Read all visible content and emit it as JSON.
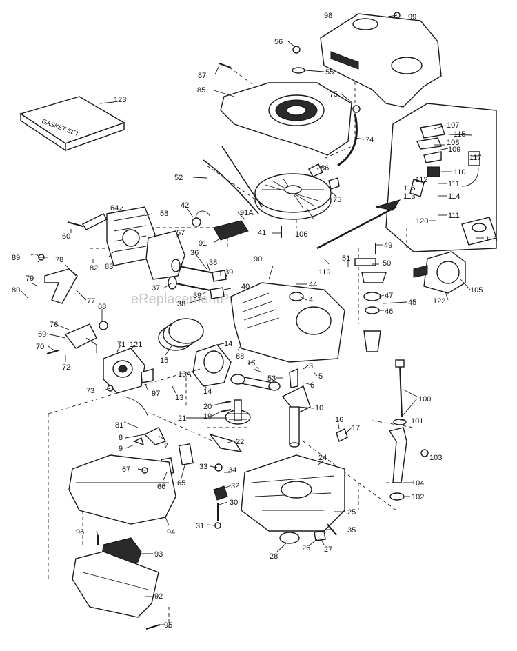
{
  "watermark": "eReplacementParts.com",
  "gasket_set_text": "GASKET SET",
  "labels": [
    {
      "id": "98",
      "text": "98"
    },
    {
      "id": "99",
      "text": "99"
    },
    {
      "id": "56",
      "text": "56"
    },
    {
      "id": "55",
      "text": "55"
    },
    {
      "id": "87",
      "text": "87"
    },
    {
      "id": "85",
      "text": "85"
    },
    {
      "id": "75a",
      "text": "75"
    },
    {
      "id": "74",
      "text": "74"
    },
    {
      "id": "123",
      "text": "123"
    },
    {
      "id": "107",
      "text": "107"
    },
    {
      "id": "115",
      "text": "115"
    },
    {
      "id": "108",
      "text": "108"
    },
    {
      "id": "109",
      "text": "109"
    },
    {
      "id": "117",
      "text": "117"
    },
    {
      "id": "110",
      "text": "110"
    },
    {
      "id": "112",
      "text": "112"
    },
    {
      "id": "116",
      "text": "116"
    },
    {
      "id": "111a",
      "text": "111"
    },
    {
      "id": "113",
      "text": "113"
    },
    {
      "id": "114",
      "text": "114"
    },
    {
      "id": "120",
      "text": "120"
    },
    {
      "id": "111b",
      "text": "111"
    },
    {
      "id": "118",
      "text": "118"
    },
    {
      "id": "86",
      "text": "86"
    },
    {
      "id": "75b",
      "text": "75"
    },
    {
      "id": "52",
      "text": "52"
    },
    {
      "id": "64",
      "text": "64"
    },
    {
      "id": "58",
      "text": "58"
    },
    {
      "id": "42",
      "text": "42"
    },
    {
      "id": "91A",
      "text": "91A"
    },
    {
      "id": "60",
      "text": "60"
    },
    {
      "id": "57",
      "text": "57"
    },
    {
      "id": "41",
      "text": "41"
    },
    {
      "id": "106",
      "text": "106"
    },
    {
      "id": "91",
      "text": "91"
    },
    {
      "id": "49",
      "text": "49"
    },
    {
      "id": "89",
      "text": "89"
    },
    {
      "id": "78",
      "text": "78"
    },
    {
      "id": "82",
      "text": "82"
    },
    {
      "id": "83",
      "text": "83"
    },
    {
      "id": "36",
      "text": "36"
    },
    {
      "id": "38a",
      "text": "38"
    },
    {
      "id": "39a",
      "text": "39"
    },
    {
      "id": "90",
      "text": "90"
    },
    {
      "id": "119",
      "text": "119"
    },
    {
      "id": "51",
      "text": "51"
    },
    {
      "id": "50",
      "text": "50"
    },
    {
      "id": "79",
      "text": "79"
    },
    {
      "id": "80",
      "text": "80"
    },
    {
      "id": "37",
      "text": "37"
    },
    {
      "id": "40",
      "text": "40"
    },
    {
      "id": "44",
      "text": "44"
    },
    {
      "id": "105",
      "text": "105"
    },
    {
      "id": "77",
      "text": "77"
    },
    {
      "id": "38b",
      "text": "38"
    },
    {
      "id": "39b",
      "text": "39"
    },
    {
      "id": "4",
      "text": "4"
    },
    {
      "id": "47",
      "text": "47"
    },
    {
      "id": "45",
      "text": "45"
    },
    {
      "id": "46",
      "text": "46"
    },
    {
      "id": "122",
      "text": "122"
    },
    {
      "id": "68",
      "text": "68"
    },
    {
      "id": "76",
      "text": "76"
    },
    {
      "id": "69",
      "text": "69"
    },
    {
      "id": "71",
      "text": "71"
    },
    {
      "id": "121",
      "text": "121"
    },
    {
      "id": "14a",
      "text": "14"
    },
    {
      "id": "88",
      "text": "88"
    },
    {
      "id": "70",
      "text": "70"
    },
    {
      "id": "72",
      "text": "72"
    },
    {
      "id": "15",
      "text": "15"
    },
    {
      "id": "16a",
      "text": "16"
    },
    {
      "id": "2",
      "text": "2"
    },
    {
      "id": "3",
      "text": "3"
    },
    {
      "id": "5",
      "text": "5"
    },
    {
      "id": "13A",
      "text": "13A"
    },
    {
      "id": "53",
      "text": "53"
    },
    {
      "id": "6",
      "text": "6"
    },
    {
      "id": "73",
      "text": "73"
    },
    {
      "id": "97",
      "text": "97"
    },
    {
      "id": "13",
      "text": "13"
    },
    {
      "id": "14b",
      "text": "14"
    },
    {
      "id": "100",
      "text": "100"
    },
    {
      "id": "20",
      "text": "20"
    },
    {
      "id": "19",
      "text": "19"
    },
    {
      "id": "10",
      "text": "10"
    },
    {
      "id": "21",
      "text": "21"
    },
    {
      "id": "81",
      "text": "81"
    },
    {
      "id": "101",
      "text": "101"
    },
    {
      "id": "16b",
      "text": "16"
    },
    {
      "id": "17",
      "text": "17"
    },
    {
      "id": "8",
      "text": "8"
    },
    {
      "id": "7",
      "text": "7"
    },
    {
      "id": "22",
      "text": "22"
    },
    {
      "id": "9",
      "text": "9"
    },
    {
      "id": "24",
      "text": "24"
    },
    {
      "id": "103",
      "text": "103"
    },
    {
      "id": "67",
      "text": "67"
    },
    {
      "id": "33",
      "text": "33"
    },
    {
      "id": "34",
      "text": "34"
    },
    {
      "id": "66",
      "text": "66"
    },
    {
      "id": "65",
      "text": "65"
    },
    {
      "id": "104",
      "text": "104"
    },
    {
      "id": "32",
      "text": "32"
    },
    {
      "id": "102",
      "text": "102"
    },
    {
      "id": "30",
      "text": "30"
    },
    {
      "id": "25",
      "text": "25"
    },
    {
      "id": "94",
      "text": "94"
    },
    {
      "id": "31",
      "text": "31"
    },
    {
      "id": "96",
      "text": "96"
    },
    {
      "id": "35",
      "text": "35"
    },
    {
      "id": "93",
      "text": "93"
    },
    {
      "id": "28",
      "text": "28"
    },
    {
      "id": "26",
      "text": "26"
    },
    {
      "id": "27",
      "text": "27"
    },
    {
      "id": "92",
      "text": "92"
    },
    {
      "id": "95",
      "text": "95"
    }
  ]
}
